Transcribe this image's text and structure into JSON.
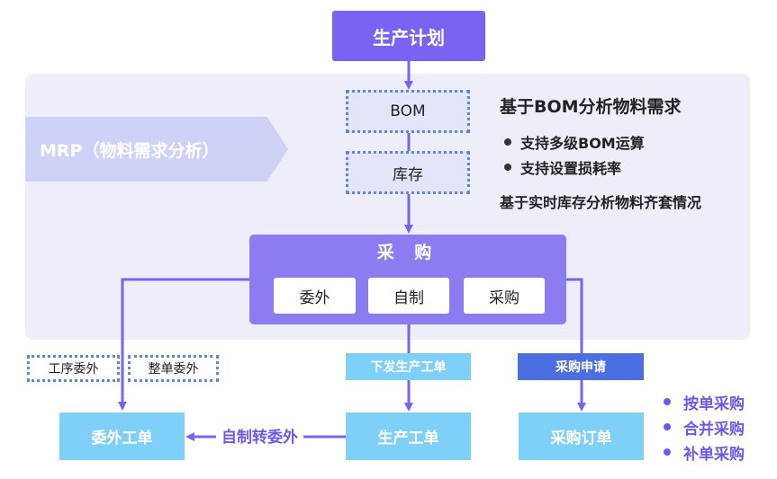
{
  "plan": {
    "label": "生产计划"
  },
  "mrp": {
    "label": "MRP（物料需求分析）"
  },
  "bom": {
    "label": "BOM"
  },
  "stock": {
    "label": "库存"
  },
  "info": {
    "title": "基于BOM分析物料需求",
    "bullets": [
      "支持多级BOM运算",
      "支持设置损耗率"
    ],
    "note": "基于实时库存分析物料齐套情况"
  },
  "purchase": {
    "title": "采 购",
    "options": [
      "委外",
      "自制",
      "采购"
    ]
  },
  "tags": {
    "process_outsource": "工序委外",
    "whole_outsource": "整单委外",
    "issue_work_order": "下发生产工单",
    "purchase_request": "采购申请"
  },
  "orders": {
    "outsource": "委外工单",
    "production": "生产工单",
    "purchase": "采购订单"
  },
  "convert_label": "自制转委外",
  "purchase_methods": [
    "按单采购",
    "合并采购",
    "补单采购"
  ],
  "colors": {
    "primary_purple": "#7a63f0",
    "panel_bg": "#eeeefb",
    "purchase_panel": "#8b7cf2",
    "order_blue": "#7fd0f8",
    "request_blue": "#4b6fe0",
    "dotted_border": "#5d86df",
    "accent_text": "#6e58ea"
  }
}
